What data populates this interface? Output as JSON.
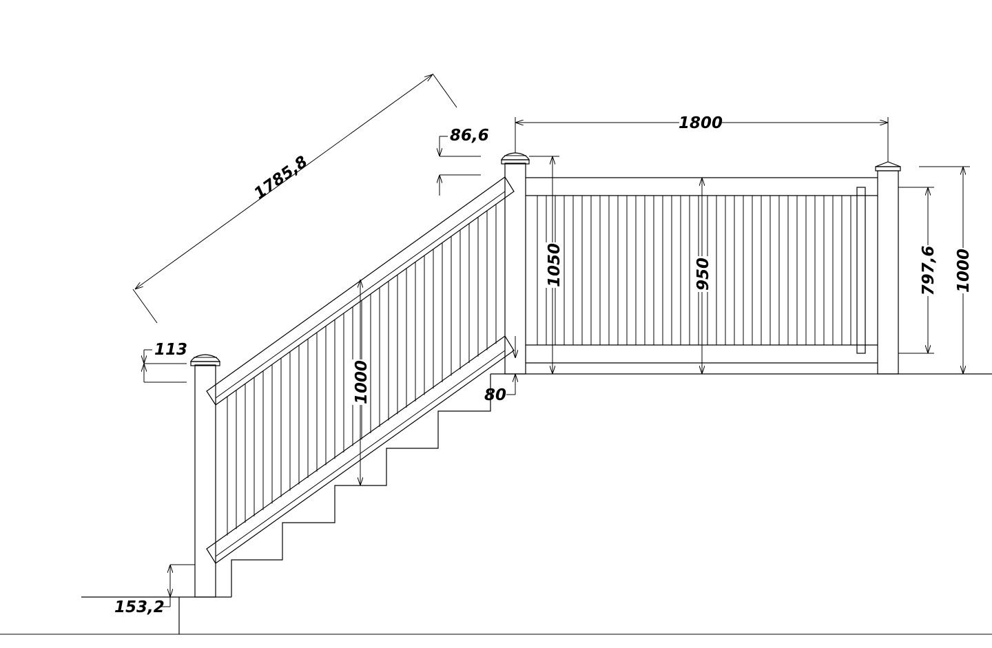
{
  "colors": {
    "line": "#000000",
    "background": "#ffffff"
  },
  "dimensions": {
    "stair_rail_length": "1785,8",
    "platform_width": "1800",
    "cap_top_post": "86,6",
    "cap_bottom_post": "113",
    "post_height": "1050",
    "panel_height": "950",
    "infill_height": "797,6",
    "total_height": "1000",
    "stair_rail_height": "1000",
    "bottom_gap_platform": "80",
    "bottom_gap_stair": "153,2"
  }
}
